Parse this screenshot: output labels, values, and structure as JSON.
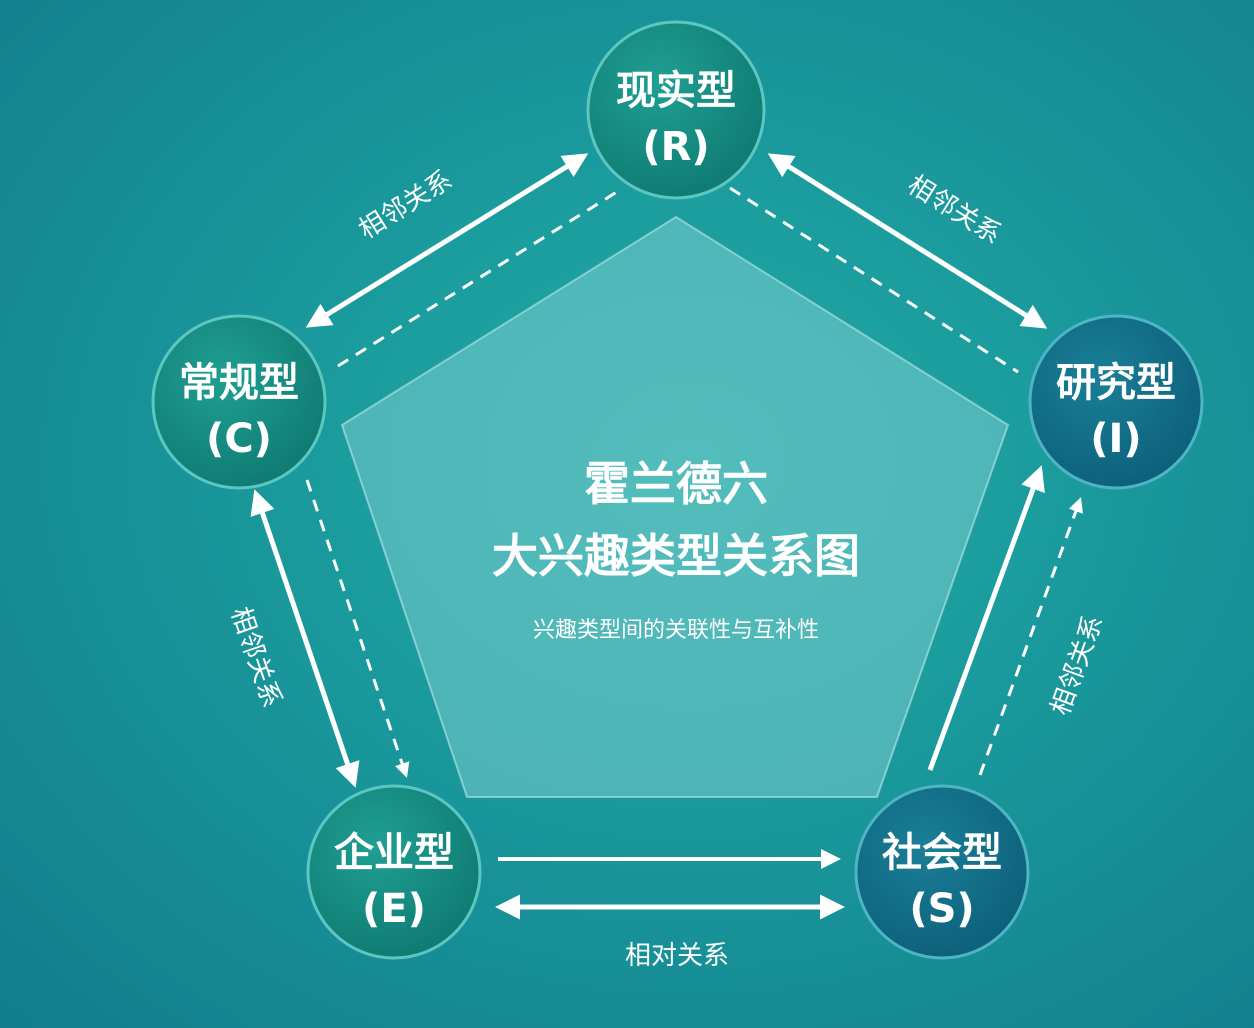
{
  "title": {
    "line1": "霍兰德六",
    "line2": "大兴趣类型关系图",
    "subtitle": "兴趣类型间的关联性与互补性"
  },
  "nodes": [
    {
      "id": "R",
      "name": "现实型",
      "code": "(R)"
    },
    {
      "id": "I",
      "name": "研究型",
      "code": "(I)"
    },
    {
      "id": "S",
      "name": "社会型",
      "code": "(S)"
    },
    {
      "id": "E",
      "name": "企业型",
      "code": "(E)"
    },
    {
      "id": "C",
      "name": "常规型",
      "code": "(C)"
    }
  ],
  "relations": {
    "rc": "相邻关系",
    "ri": "相邻关系",
    "ce": "相邻关系",
    "is": "相邻关系",
    "es": "相对关系"
  },
  "colors": {
    "background": "#1a9a9c",
    "node_fill": "#16867f",
    "node_fill_blue": "#146f8c",
    "line": "#ffffff"
  }
}
